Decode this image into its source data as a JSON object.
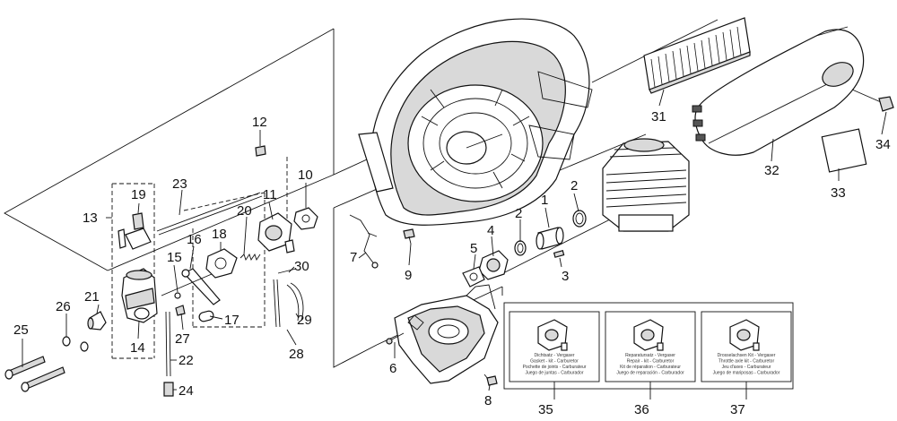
{
  "callouts": {
    "c1": "1",
    "c2a": "2",
    "c2b": "2",
    "c3": "3",
    "c4": "4",
    "c5": "5",
    "c6": "6",
    "c7": "7",
    "c8": "8",
    "c9": "9",
    "c10": "10",
    "c11": "11",
    "c12": "12",
    "c13": "13",
    "c14": "14",
    "c15": "15",
    "c16": "16",
    "c17": "17",
    "c18": "18",
    "c19": "19",
    "c20": "20",
    "c21": "21",
    "c22": "22",
    "c23": "23",
    "c24": "24",
    "c25": "25",
    "c26": "26",
    "c27": "27",
    "c28": "28",
    "c29": "29",
    "c30": "30",
    "c31": "31",
    "c32": "32",
    "c33": "33",
    "c34": "34",
    "c35": "35",
    "c36": "36",
    "c37": "37"
  },
  "kits": [
    {
      "id": "35",
      "lines": [
        "Dichtsatz - Vergaser",
        "Gasket - kit - Carburetor",
        "Pochette de joints - Carburateur",
        "Juego de juntas - Carburador"
      ]
    },
    {
      "id": "36",
      "lines": [
        "Reparatursatz - Vergaser",
        "Repair - kit - Carburetor",
        "Kit de réparation - Carburateur",
        "Juego de reparación - Carburador"
      ]
    },
    {
      "id": "37",
      "lines": [
        "Drosselachsen Kit - Vergaser",
        "Throttle axle kit - Carburetor",
        "Jeu d'axes - Carburateur",
        "Juego de mariposas - Carburador"
      ]
    }
  ]
}
